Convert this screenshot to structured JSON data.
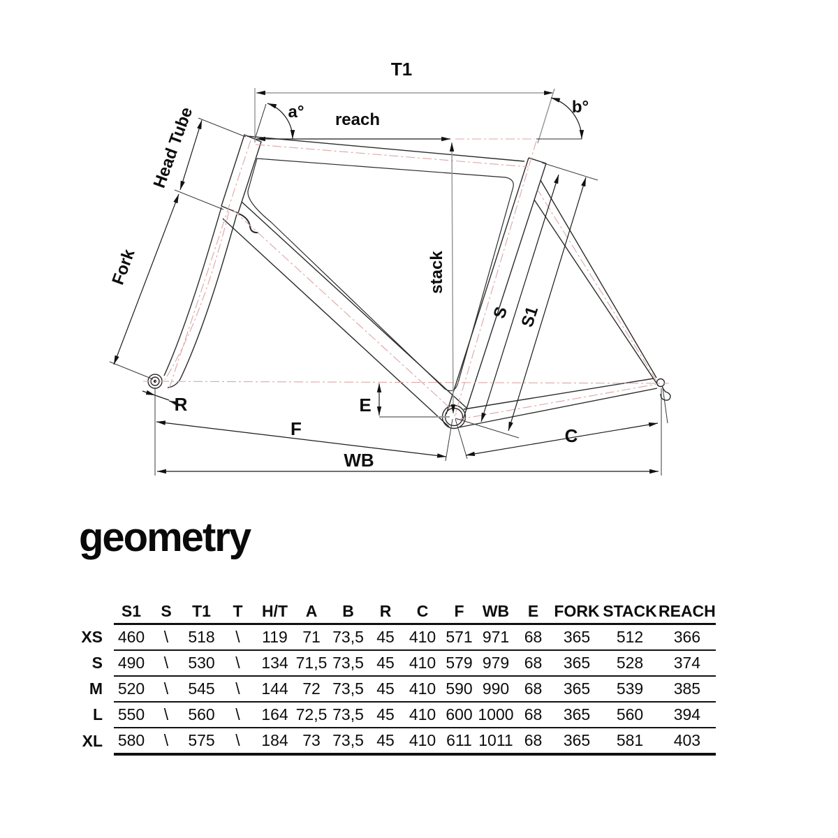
{
  "title": "geometry",
  "colors": {
    "centerline_red": "#dca6a6",
    "line_black": "#1a1a1a",
    "line_gray": "#9a9a9a"
  },
  "diagram": {
    "labels": {
      "t1": "T1",
      "a_angle": "a°",
      "b_angle": "b°",
      "reach": "reach",
      "head_tube": "Head Tube",
      "fork": "Fork",
      "stack": "stack",
      "s": "S",
      "s1": "S1",
      "r": "R",
      "e": "E",
      "f": "F",
      "c": "C",
      "wb": "WB"
    }
  },
  "table": {
    "headers": [
      "S1",
      "S",
      "T1",
      "T",
      "H/T",
      "A",
      "B",
      "R",
      "C",
      "F",
      "WB",
      "E",
      "FORK",
      "STACK",
      "REACH"
    ],
    "rows": [
      {
        "label": "XS",
        "values": [
          "460",
          "\\",
          "518",
          "\\",
          "119",
          "71",
          "73,5",
          "45",
          "410",
          "571",
          "971",
          "68",
          "365",
          "512",
          "366"
        ]
      },
      {
        "label": "S",
        "values": [
          "490",
          "\\",
          "530",
          "\\",
          "134",
          "71,5",
          "73,5",
          "45",
          "410",
          "579",
          "979",
          "68",
          "365",
          "528",
          "374"
        ]
      },
      {
        "label": "M",
        "values": [
          "520",
          "\\",
          "545",
          "\\",
          "144",
          "72",
          "73,5",
          "45",
          "410",
          "590",
          "990",
          "68",
          "365",
          "539",
          "385"
        ]
      },
      {
        "label": "L",
        "values": [
          "550",
          "\\",
          "560",
          "\\",
          "164",
          "72,5",
          "73,5",
          "45",
          "410",
          "600",
          "1000",
          "68",
          "365",
          "560",
          "394"
        ]
      },
      {
        "label": "XL",
        "values": [
          "580",
          "\\",
          "575",
          "\\",
          "184",
          "73",
          "73,5",
          "45",
          "410",
          "611",
          "1011",
          "68",
          "365",
          "581",
          "403"
        ]
      }
    ]
  }
}
